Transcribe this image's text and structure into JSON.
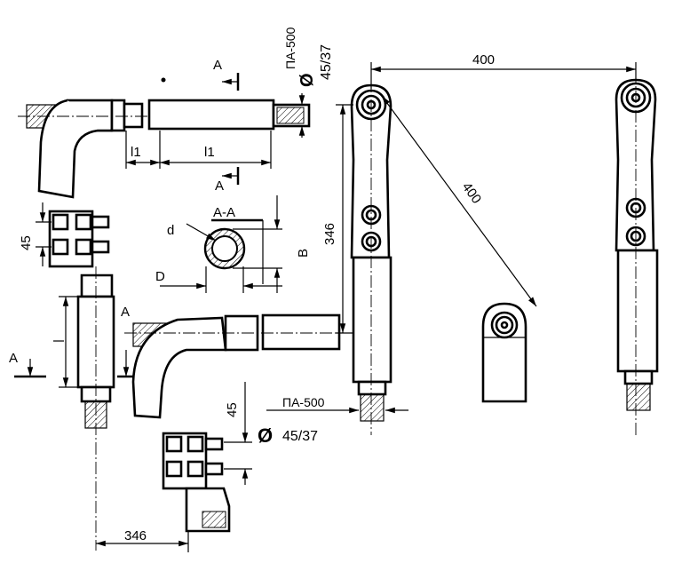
{
  "drawing": {
    "labels": {
      "wire_top": "ПА-500",
      "wire_bottom": "ПА-500",
      "diameter_top": "45/37",
      "diameter_bottom": "45/37",
      "diameter_symbol": "Ø",
      "section_mark": "А",
      "section_title": "А-А",
      "dim_l1": "l1",
      "dim_45": "45",
      "dim_346": "346",
      "dim_400": "400",
      "sec_d": "d",
      "sec_D": "D",
      "sec_B": "B"
    }
  }
}
